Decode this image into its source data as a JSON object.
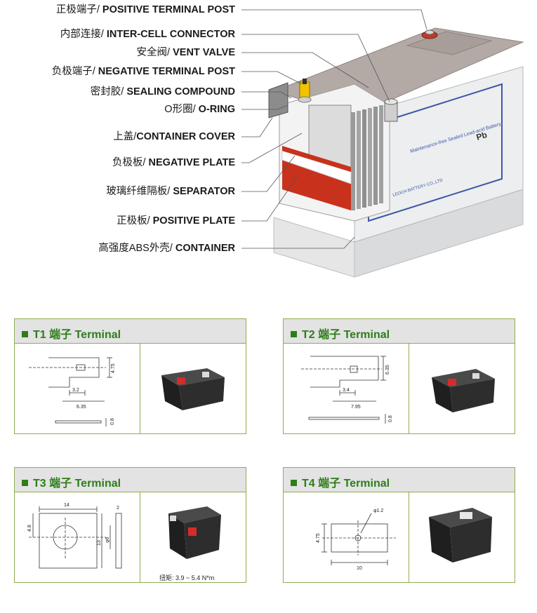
{
  "callouts": [
    {
      "zh": "正极端子/",
      "en": " POSITIVE TERMINAL POST"
    },
    {
      "zh": "内部连接/",
      "en": " INTER-CELL CONNECTOR"
    },
    {
      "zh": "安全阀/",
      "en": " VENT VALVE"
    },
    {
      "zh": "负极端子/",
      "en": " NEGATIVE TERMINAL POST"
    },
    {
      "zh": "密封胶/",
      "en": " SEALING COMPOUND"
    },
    {
      "zh": "O形圈/",
      "en": " O-RING"
    },
    {
      "zh": "上盖/",
      "en": "CONTAINER COVER"
    },
    {
      "zh": "负极板/",
      "en": " NEGATIVE PLATE"
    },
    {
      "zh": "玻璃纤维隔板/",
      "en": " SEPARATOR"
    },
    {
      "zh": "正极板/",
      "en": " POSITIVE PLATE"
    },
    {
      "zh": "高强度ABS外壳/",
      "en": " CONTAINER"
    }
  ],
  "battery_label": {
    "line1": "Maintenance-free Sealed Lead-acid Battery",
    "line2": "LEOCH BATTERY CO.,LTD",
    "pb": "Pb"
  },
  "panels": [
    {
      "num": "T1",
      "zh": "端子",
      "en": "Terminal",
      "dims": [
        "4.75",
        "3.2",
        "6.35",
        "0.8"
      ]
    },
    {
      "num": "T2",
      "zh": "端子",
      "en": "Terminal",
      "dims": [
        "6.35",
        "3.4",
        "7.95",
        "0.8"
      ]
    },
    {
      "num": "T3",
      "zh": "端子",
      "en": "Terminal",
      "dims": [
        "14",
        "2",
        "4.8",
        "13",
        "φ6"
      ],
      "torque": "扭矩: 3.9 ~ 5.4 N*m"
    },
    {
      "num": "T4",
      "zh": "端子",
      "en": "Terminal",
      "dims": [
        "φ1.2",
        "4.75",
        "10"
      ]
    }
  ],
  "colors": {
    "panel_border": "#8fae4f",
    "panel_header": "#e3e3e3",
    "title_green": "#2e7d1a",
    "plate_red": "#c8311c"
  }
}
